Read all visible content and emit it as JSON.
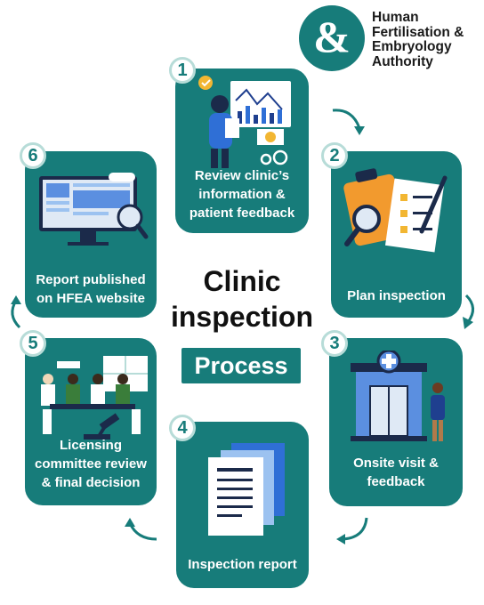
{
  "logo": {
    "icon": "ampersand-logo-icon",
    "lines": [
      "Human",
      "Fertilisation &",
      "Embryology",
      "Authority"
    ]
  },
  "title": {
    "line1": "Clinic",
    "line2": "inspection",
    "process": "Process"
  },
  "steps": [
    {
      "number": "1",
      "label_lines": [
        "Review clinic’s",
        "information &",
        "patient feedback"
      ],
      "icon": "data-review-icon"
    },
    {
      "number": "2",
      "label_lines": [
        "Plan inspection"
      ],
      "icon": "clipboard-checklist-icon"
    },
    {
      "number": "3",
      "label_lines": [
        "Onsite visit &",
        "feedback"
      ],
      "icon": "clinic-building-icon"
    },
    {
      "number": "4",
      "label_lines": [
        "Inspection report"
      ],
      "icon": "report-document-icon"
    },
    {
      "number": "5",
      "label_lines": [
        "Licensing",
        "committee review",
        "& final decision"
      ],
      "icon": "committee-meeting-icon"
    },
    {
      "number": "6",
      "label_lines": [
        "Report published",
        "on HFEA website"
      ],
      "icon": "website-monitor-icon"
    }
  ],
  "colors": {
    "teal": "#177c7a",
    "light_teal": "#b7dcd8",
    "text": "#111111"
  }
}
